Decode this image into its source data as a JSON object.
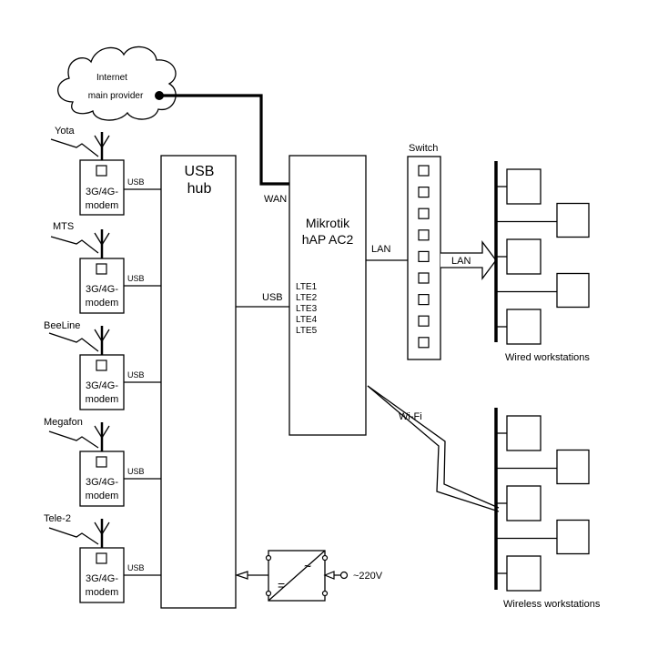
{
  "cloud": {
    "line1": "Internet",
    "line2": "main provider"
  },
  "hub": {
    "line1": "USB",
    "line2": "hub"
  },
  "router": {
    "line1": "Mikrotik",
    "line2": "hAP AC2",
    "wan": "WAN",
    "lan": "LAN",
    "usb": "USB",
    "lte": [
      "LTE1",
      "LTE2",
      "LTE3",
      "LTE4",
      "LTE5"
    ]
  },
  "modems": [
    {
      "operator": "Yota",
      "line1": "3G/4G-",
      "line2": "modem",
      "port": "USB"
    },
    {
      "operator": "MTS",
      "line1": "3G/4G-",
      "line2": "modem",
      "port": "USB"
    },
    {
      "operator": "BeeLine",
      "line1": "3G/4G-",
      "line2": "modem",
      "port": "USB"
    },
    {
      "operator": "Megafon",
      "line1": "3G/4G-",
      "line2": "modem",
      "port": "USB"
    },
    {
      "operator": "Tele-2",
      "line1": "3G/4G-",
      "line2": "modem",
      "port": "USB"
    }
  ],
  "switch": {
    "label": "Switch",
    "lan": "LAN"
  },
  "power": {
    "label": "~220V"
  },
  "wifi": {
    "label": "Wi-Fi"
  },
  "wired": {
    "label": "Wired workstations"
  },
  "wireless": {
    "label": "Wireless workstations"
  }
}
